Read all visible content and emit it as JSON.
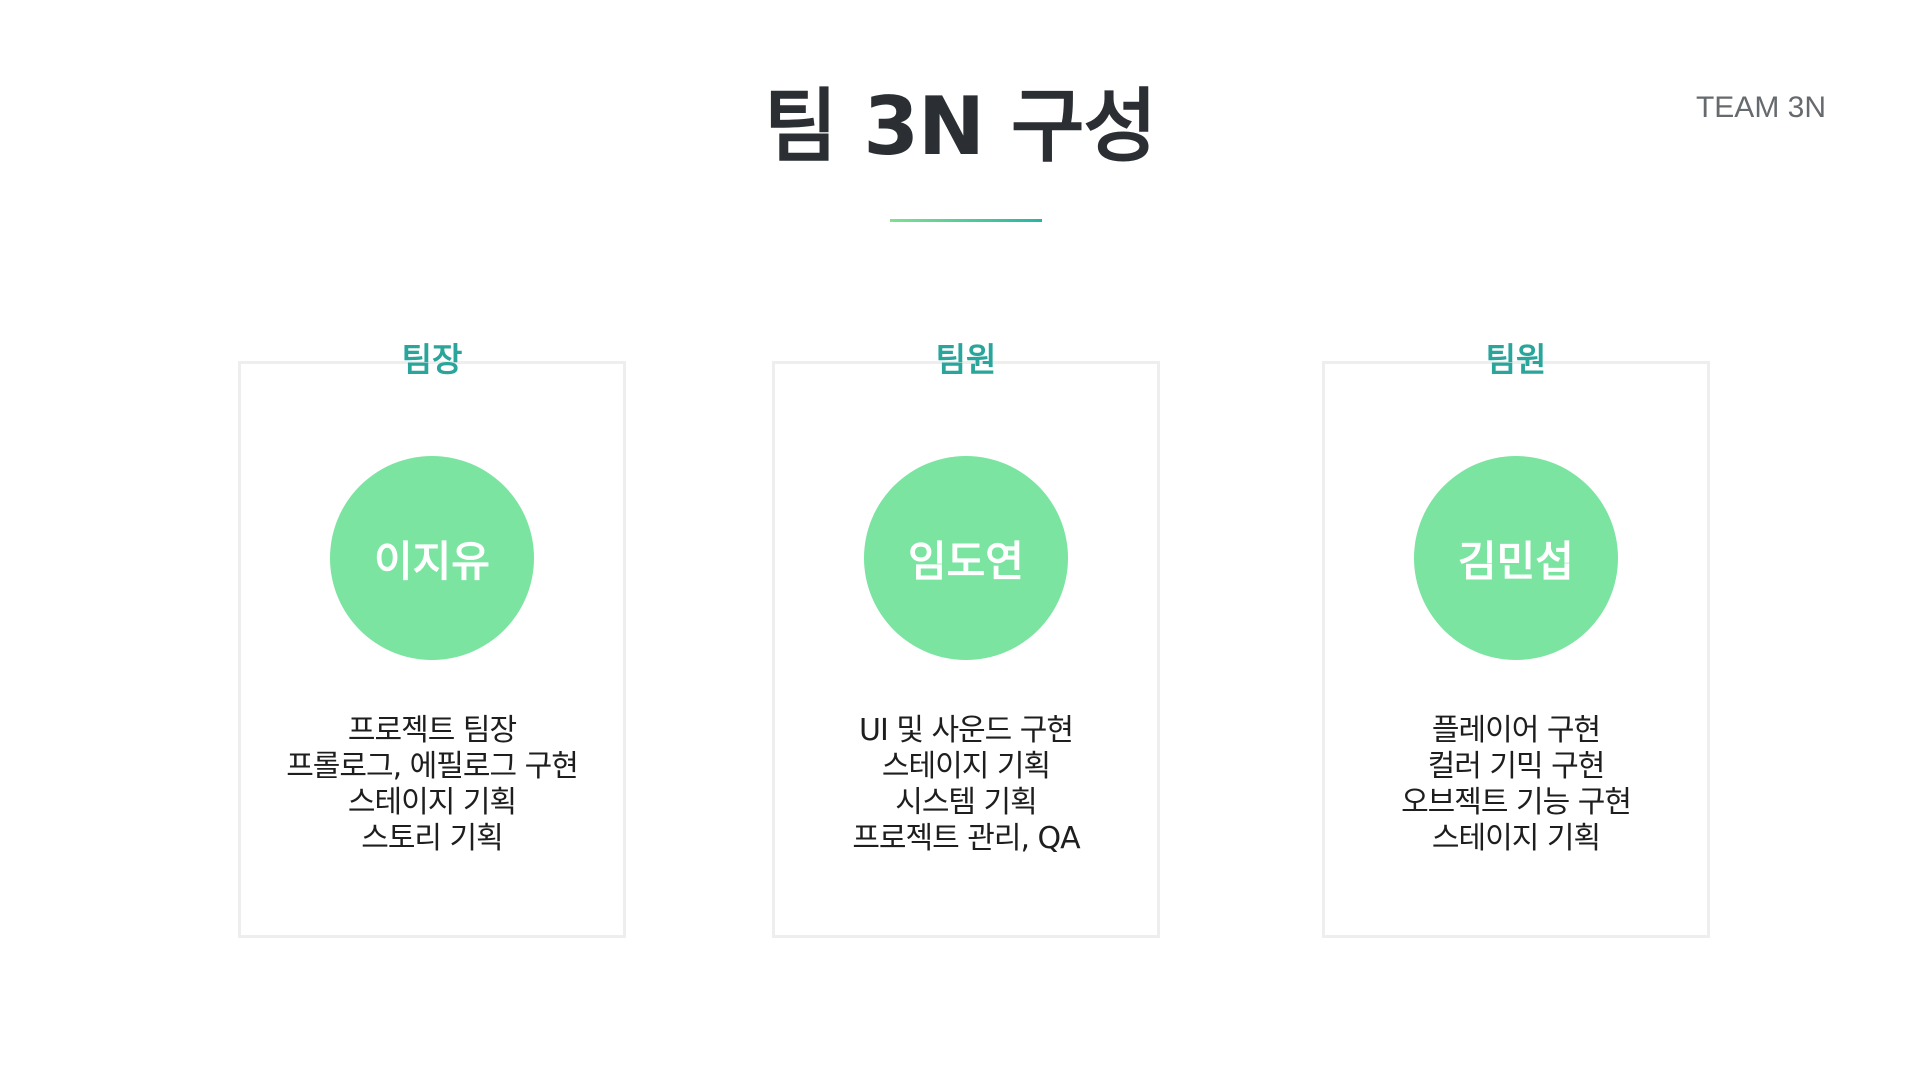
{
  "slide": {
    "title": "팀 3N 구성",
    "team_label": "TEAM 3N",
    "accent_gradient": [
      "#7fe090",
      "#26b5a4"
    ],
    "role_color": "#2aa59b",
    "avatar_color": "#7ae4a0"
  },
  "members": [
    {
      "role": "팀장",
      "name": "이지유",
      "duties": [
        "프로젝트 팀장",
        "프롤로그, 에필로그 구현",
        "스테이지 기획",
        "스토리 기획"
      ]
    },
    {
      "role": "팀원",
      "name": "임도연",
      "duties": [
        "UI 및 사운드 구현",
        "스테이지 기획",
        "시스템 기획",
        "프로젝트 관리, QA"
      ]
    },
    {
      "role": "팀원",
      "name": "김민섭",
      "duties": [
        "플레이어 구현",
        "컬러 기믹 구현",
        "오브젝트 기능 구현",
        "스테이지 기획"
      ]
    }
  ]
}
